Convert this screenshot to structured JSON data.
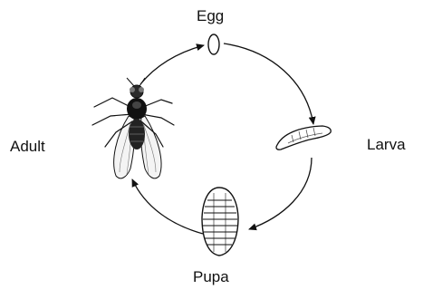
{
  "diagram": {
    "stages": {
      "egg": "Egg",
      "larva": "Larva",
      "pupa": "Pupa",
      "adult": "Adult"
    },
    "colors": {
      "ink": "#111111",
      "background": "#ffffff"
    }
  }
}
